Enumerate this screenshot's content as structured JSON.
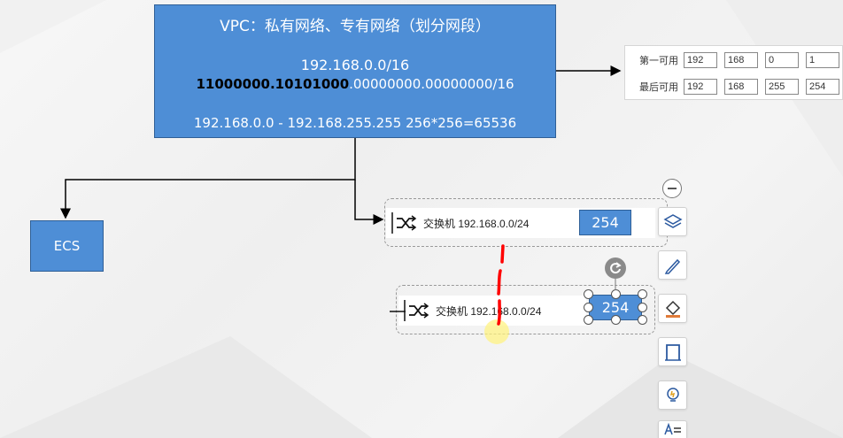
{
  "vpc": {
    "title": "VPC：私有网络、专有网络（划分网段）",
    "cidr": "192.168.0.0/16",
    "binary_network": "11000000.10101000",
    "binary_host": ".00000000.00000000/16",
    "range": "192.168.0.0 - 192.168.255.255  256*256=65536"
  },
  "ecs": {
    "label": "ECS"
  },
  "ip_panel": {
    "first_label": "第一可用",
    "first_octets": [
      "192",
      "168",
      "0",
      "1"
    ],
    "last_label": "最后可用",
    "last_octets": [
      "192",
      "168",
      "255",
      "254"
    ]
  },
  "switches": [
    {
      "label": "交换机 192.168.0.0/24",
      "hosts": "254"
    },
    {
      "label": "交换机 192.168.0.0/24",
      "hosts": "254"
    }
  ],
  "toolbar": {
    "icons": [
      "minus-icon",
      "layers-icon",
      "pen-icon",
      "fill-icon",
      "frame-icon",
      "bulb-icon",
      "text-format-icon"
    ]
  },
  "colors": {
    "shape_fill": "#4e8ed6",
    "shape_border": "#2f5f96",
    "annotation": "#ff0000",
    "cursor_highlight": "#fff27a"
  }
}
